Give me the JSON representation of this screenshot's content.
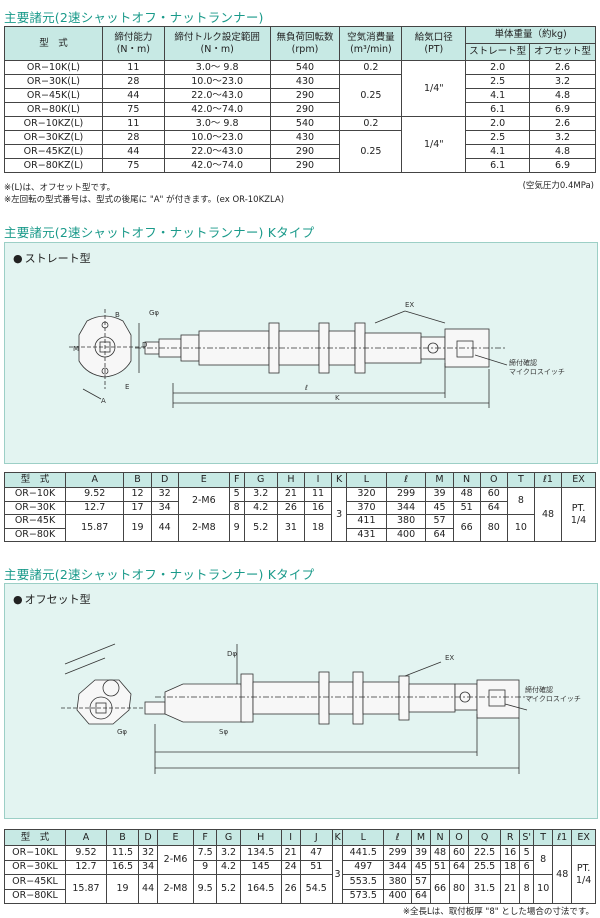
{
  "section1": {
    "title": "主要諸元(2速シャットオフ・ナットランナー)",
    "header": {
      "model": "型　式",
      "capacity": "締付能力",
      "capacity_unit": "(N・m)",
      "torque": "締付トルク設定範囲",
      "torque_unit": "(N・m)",
      "speed": "無負荷回転数",
      "speed_unit": "(rpm)",
      "air": "空気消費量",
      "air_unit": "(m³/min)",
      "port": "給気口径",
      "port_unit": "(PT)",
      "weight": "単体重量（約kg)",
      "weight_straight": "ストレート型",
      "weight_offset": "オフセット型"
    },
    "rows": [
      {
        "model": "OR−10K(L)",
        "cap": "11",
        "torque": "3.0〜 9.8",
        "rpm": "540",
        "straight": "2.0",
        "offset": "2.6"
      },
      {
        "model": "OR−30K(L)",
        "cap": "28",
        "torque": "10.0〜23.0",
        "rpm": "430",
        "straight": "2.5",
        "offset": "3.2"
      },
      {
        "model": "OR−45K(L)",
        "cap": "44",
        "torque": "22.0〜43.0",
        "rpm": "290",
        "straight": "4.1",
        "offset": "4.8"
      },
      {
        "model": "OR−80K(L)",
        "cap": "75",
        "torque": "42.0〜74.0",
        "rpm": "290",
        "straight": "6.1",
        "offset": "6.9"
      },
      {
        "model": "OR−10KZ(L)",
        "cap": "11",
        "torque": "3.0〜 9.8",
        "rpm": "540",
        "straight": "2.0",
        "offset": "2.6"
      },
      {
        "model": "OR−30KZ(L)",
        "cap": "28",
        "torque": "10.0〜23.0",
        "rpm": "430",
        "straight": "2.5",
        "offset": "3.2"
      },
      {
        "model": "OR−45KZ(L)",
        "cap": "44",
        "torque": "22.0〜43.0",
        "rpm": "290",
        "straight": "4.1",
        "offset": "4.8"
      },
      {
        "model": "OR−80KZ(L)",
        "cap": "75",
        "torque": "42.0〜74.0",
        "rpm": "290",
        "straight": "6.1",
        "offset": "6.9"
      }
    ],
    "air_a1": "0.2",
    "air_a2": "0.25",
    "air_b1": "0.2",
    "air_b2": "0.25",
    "port_a": "1/4\"",
    "port_b": "1/4\"",
    "pressure_note": "(空気圧力0.4MPa)",
    "note1": "※(L)は、オフセット型です。",
    "note2": "※左回転の型式番号は、型式の後尾に \"A\" が付きます。(ex  OR-10KZLA)"
  },
  "section2": {
    "title": "主要諸元(2速シャットオフ・ナットランナー) Kタイプ",
    "diagram_label": "ストレート型",
    "callouts": {
      "ex": "EX",
      "g": "Gφ",
      "m": "M",
      "e": "E",
      "a": "A",
      "d": "D",
      "b": "B",
      "l": "ℓ",
      "k": "K",
      "switch1": "締付確認",
      "switch2": "マイクロスイッチ"
    },
    "header": [
      "型　式",
      "A",
      "B",
      "D",
      "E",
      "F",
      "G",
      "H",
      "I",
      "K",
      "L",
      "ℓ",
      "M",
      "N",
      "O",
      "T",
      "ℓ1",
      "EX"
    ],
    "rows": [
      {
        "model": "OR−10K",
        "A": "9.52",
        "B": "12",
        "D": "32",
        "F": "5",
        "G": "3.2",
        "H": "21",
        "I": "11",
        "L": "320",
        "l": "299",
        "M": "39",
        "N": "48",
        "O": "60"
      },
      {
        "model": "OR−30K",
        "A": "12.7",
        "B": "17",
        "D": "34",
        "F": "8",
        "G": "4.2",
        "H": "26",
        "I": "16",
        "L": "370",
        "l": "344",
        "M": "45",
        "N": "51",
        "O": "64"
      },
      {
        "model": "OR−45K",
        "L": "411",
        "l": "380",
        "M": "57"
      },
      {
        "model": "OR−80K",
        "L": "431",
        "l": "400",
        "M": "64"
      }
    ],
    "merged": {
      "A": "15.87",
      "B": "19",
      "D": "44",
      "E1": "2-M6",
      "E2": "2-M8",
      "F": "9",
      "G": "5.2",
      "H": "31",
      "I": "18",
      "K": "3",
      "N": "66",
      "O": "80",
      "T1": "8",
      "T2": "10",
      "l1": "48",
      "EX1": "PT.",
      "EX2": "1/4"
    }
  },
  "section3": {
    "title": "主要諸元(2速シャットオフ・ナットランナー) Kタイプ",
    "diagram_label": "オフセット型",
    "callouts": {
      "ex": "EX",
      "g": "Gφ",
      "s": "Sφ",
      "d": "Dφ",
      "switch1": "締付確認",
      "switch2": "マイクロスイッチ"
    },
    "header": [
      "型　式",
      "A",
      "B",
      "D",
      "E",
      "F",
      "G",
      "H",
      "I",
      "J",
      "K",
      "L",
      "ℓ",
      "M",
      "N",
      "O",
      "Q",
      "R",
      "S'",
      "T",
      "ℓ1",
      "EX"
    ],
    "rows": [
      {
        "model": "OR−10KL",
        "A": "9.52",
        "B": "11.5",
        "D": "32",
        "F": "7.5",
        "G": "3.2",
        "H": "134.5",
        "I": "21",
        "J": "47",
        "L": "441.5",
        "l": "299",
        "M": "39",
        "N": "48",
        "O": "60",
        "Q": "22.5",
        "R": "16",
        "S": "5"
      },
      {
        "model": "OR−30KL",
        "A": "12.7",
        "B": "16.5",
        "D": "34",
        "F": "9",
        "G": "4.2",
        "H": "145",
        "I": "24",
        "J": "51",
        "L": "497",
        "l": "344",
        "M": "45",
        "N": "51",
        "O": "64",
        "Q": "25.5",
        "R": "18",
        "S": "6"
      },
      {
        "model": "OR−45KL",
        "L": "553.5",
        "l": "380",
        "M": "57"
      },
      {
        "model": "OR−80KL",
        "L": "573.5",
        "l": "400",
        "M": "64"
      }
    ],
    "merged": {
      "A": "15.87",
      "B": "19",
      "D": "44",
      "E1": "2-M6",
      "E2": "2-M8",
      "F": "9.5",
      "G": "5.2",
      "H": "164.5",
      "I": "26",
      "J": "54.5",
      "K": "3",
      "N": "66",
      "O": "80",
      "Q": "31.5",
      "R": "21",
      "S": "8",
      "T1": "8",
      "T2": "10",
      "l1": "48",
      "EX1": "PT.",
      "EX2": "1/4"
    },
    "footnote": "※全長Lは、取付板厚 \"8\" とした場合の寸法です。"
  },
  "colors": {
    "accent": "#1a9a8a",
    "header_bg": "#c7e9e4",
    "diagram_bg": "#e3f4f1"
  }
}
